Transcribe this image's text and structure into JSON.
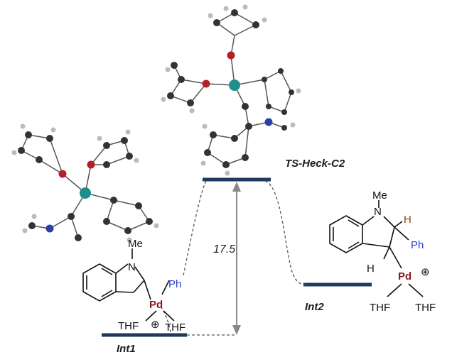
{
  "states": {
    "int1": "Int1",
    "ts": "TS-Heck-C2",
    "int2": "Int2"
  },
  "barrier": "17.5",
  "int1_struct": {
    "me": "Me",
    "n": "N",
    "ph": "Ph",
    "pd": "Pd",
    "thf_left": "THF",
    "thf_right": "THF",
    "charge": "⊕"
  },
  "int2_struct": {
    "me": "Me",
    "n": "N",
    "h_top": "H",
    "ph": "Ph",
    "h_bottom": "H",
    "pd": "Pd",
    "charge": "⊕",
    "thf_left": "THF",
    "thf_right": "THF"
  },
  "colors": {
    "level": "#1f3a5a",
    "pd": "#8b1a1a",
    "ph": "#2b3fd0",
    "h": "#8b4513"
  }
}
